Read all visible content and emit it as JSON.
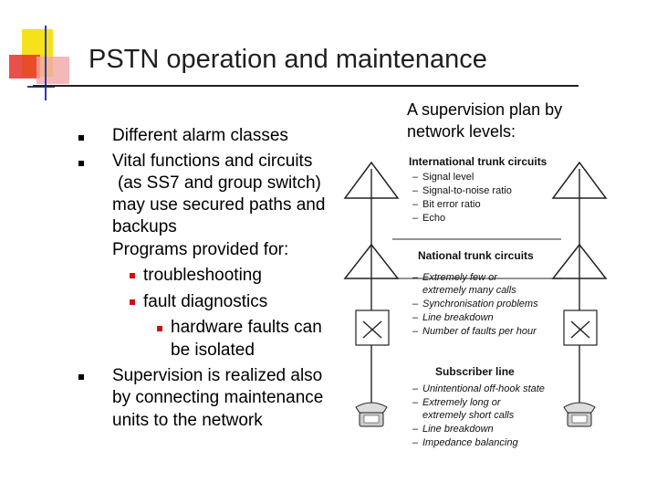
{
  "slide": {
    "title": "PSTN operation and maintenance",
    "accent_colors": {
      "yellow": "#f5e21c",
      "red": "#e4322b",
      "pink": "#f3a6a6",
      "blue": "#2a3bb0"
    }
  },
  "left_list": {
    "b1": "Different alarm classes",
    "b2_l1": "Vital functions and circuits",
    "b2_l2": "(as SS7 and group switch)",
    "b2_l3": "may use secured paths and",
    "b2_l4": "backups",
    "b2_l5": "Programs provided for:",
    "sub1": "troubleshooting",
    "sub2": "fault diagnostics",
    "subsub1_l1": "hardware faults can",
    "subsub1_l2": "be isolated",
    "b3_l1": "Supervision is realized also",
    "b3_l2": "by connecting maintenance",
    "b3_l3": "units to the network"
  },
  "right_heading": {
    "l1": "A supervision plan by",
    "l2": "network levels:"
  },
  "diagram": {
    "sections": [
      {
        "heading": "International trunk circuits",
        "items": [
          "Signal level",
          "Signal-to-noise ratio",
          "Bit error ratio",
          "Echo"
        ]
      },
      {
        "heading": "National trunk circuits",
        "items": [
          "Extremely few or",
          "extremely many calls",
          "Synchronisation problems",
          "Line breakdown",
          "Number of faults per hour"
        ]
      },
      {
        "heading": "Subscriber line",
        "items": [
          "Unintentional off-hook state",
          "Extremely long or",
          "extremely short calls",
          "Line breakdown",
          "Impedance balancing"
        ]
      }
    ],
    "icons": [
      "triangle-node-icon",
      "switch-box-icon",
      "telephone-icon"
    ]
  }
}
